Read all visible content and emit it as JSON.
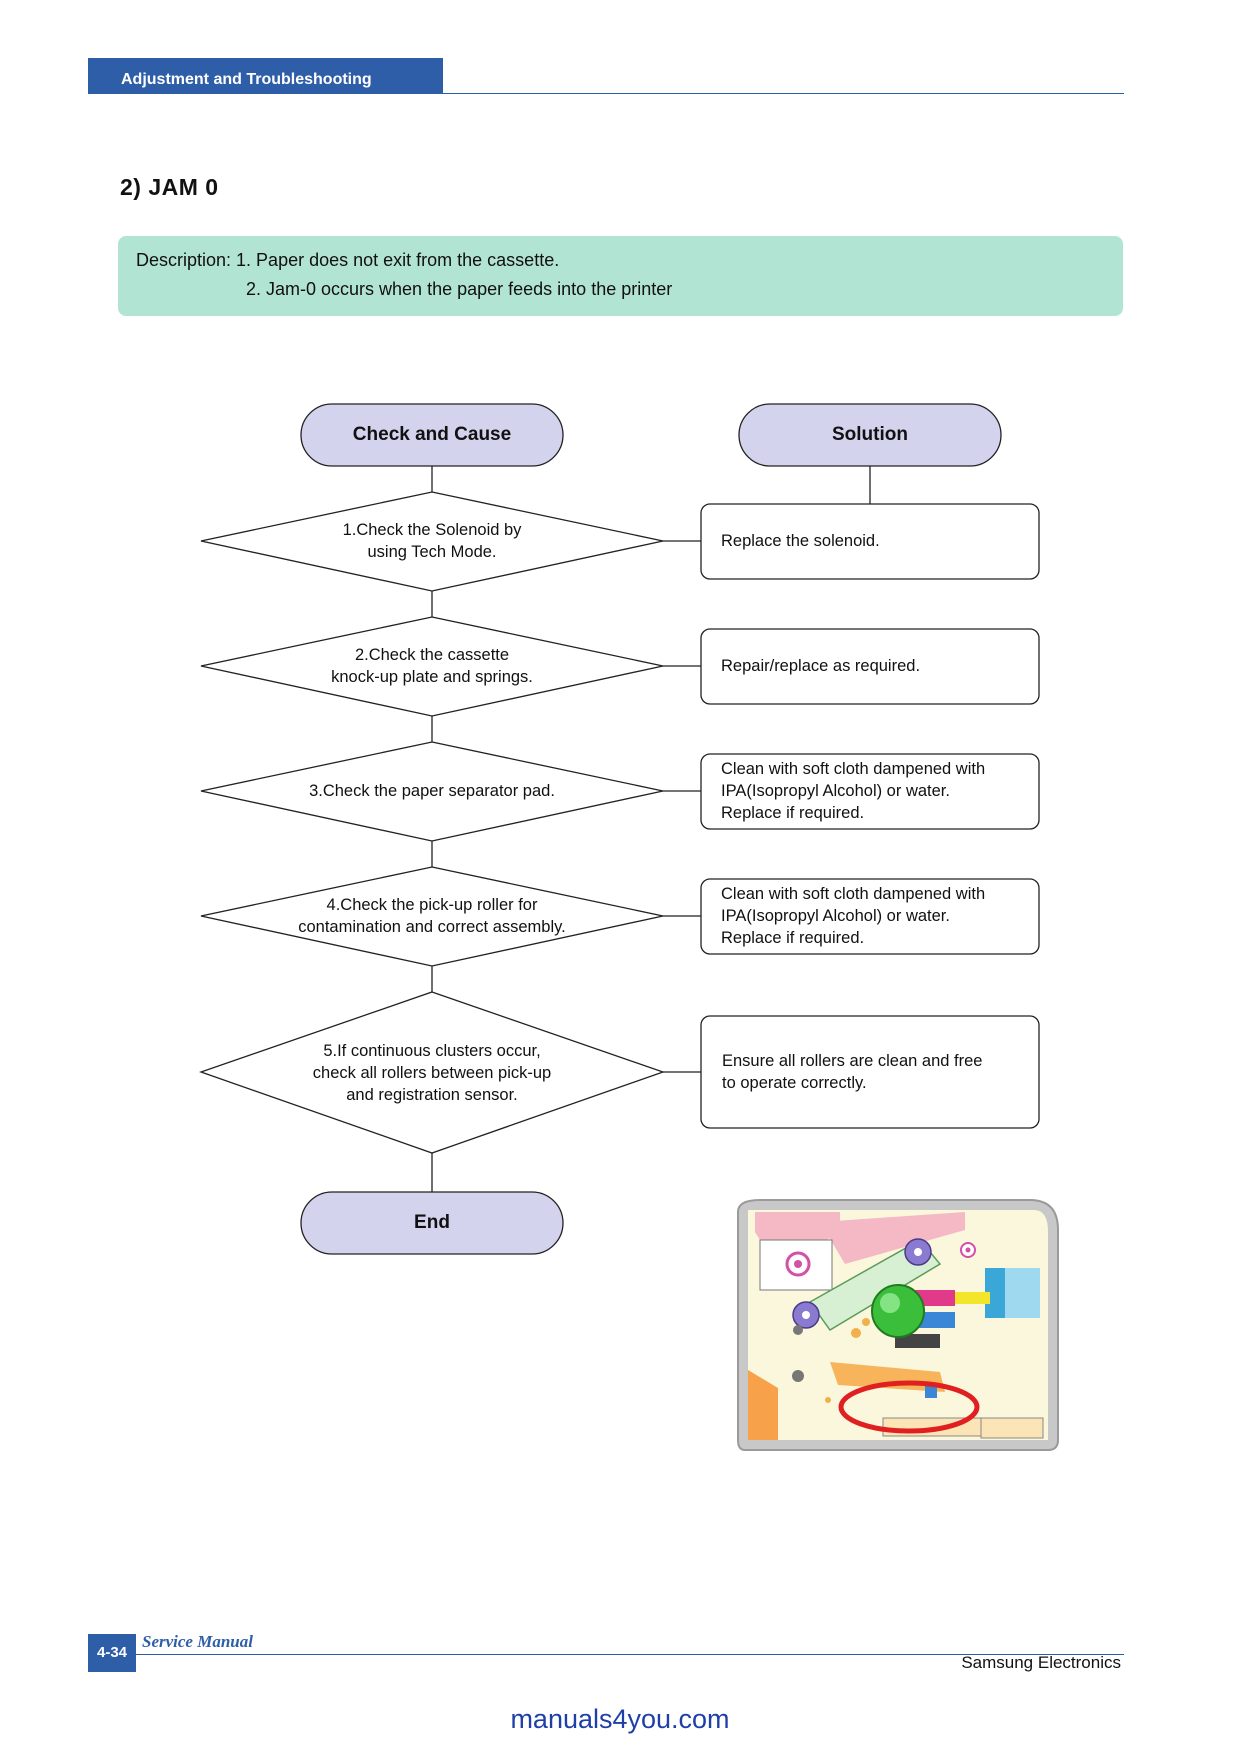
{
  "header": {
    "section_label": "Adjustment and Troubleshooting"
  },
  "title": "2) JAM 0",
  "description": {
    "line1": "Description: 1. Paper does not exit from the cassette.",
    "line2": "2. Jam-0 occurs when the paper feeds into the printer"
  },
  "flowchart": {
    "check_header": "Check and Cause",
    "solution_header": "Solution",
    "end_label": "End",
    "steps": [
      {
        "check": [
          "1.Check the Solenoid by",
          "using Tech Mode."
        ],
        "solution": [
          "Replace the solenoid."
        ]
      },
      {
        "check": [
          "2.Check the cassette",
          "knock-up plate and springs."
        ],
        "solution": [
          "Repair/replace as required."
        ]
      },
      {
        "check": [
          "3.Check the paper separator pad."
        ],
        "solution": [
          "Clean with soft cloth dampened with",
          "IPA(Isopropyl Alcohol) or water.",
          " Replace if required."
        ]
      },
      {
        "check": [
          "4.Check the pick-up roller for",
          "contamination and correct assembly."
        ],
        "solution": [
          "Clean with soft cloth dampened with",
          " IPA(Isopropyl Alcohol) or water.",
          " Replace if required."
        ]
      },
      {
        "check": [
          "5.If continuous clusters occur,",
          "check all rollers between pick-up",
          "and registration sensor."
        ],
        "solution": [
          "Ensure all rollers are clean and free",
          "to operate correctly."
        ]
      }
    ]
  },
  "footer": {
    "page_number": "4-34",
    "manual_label": "Service Manual",
    "company": "Samsung Electronics"
  },
  "watermark": "manuals4you.com",
  "colors": {
    "header_blue": "#2f5ea8",
    "description_bg": "#b2e4d3",
    "terminal_fill": "#d3d3ee",
    "highlight_red": "#e02020"
  }
}
